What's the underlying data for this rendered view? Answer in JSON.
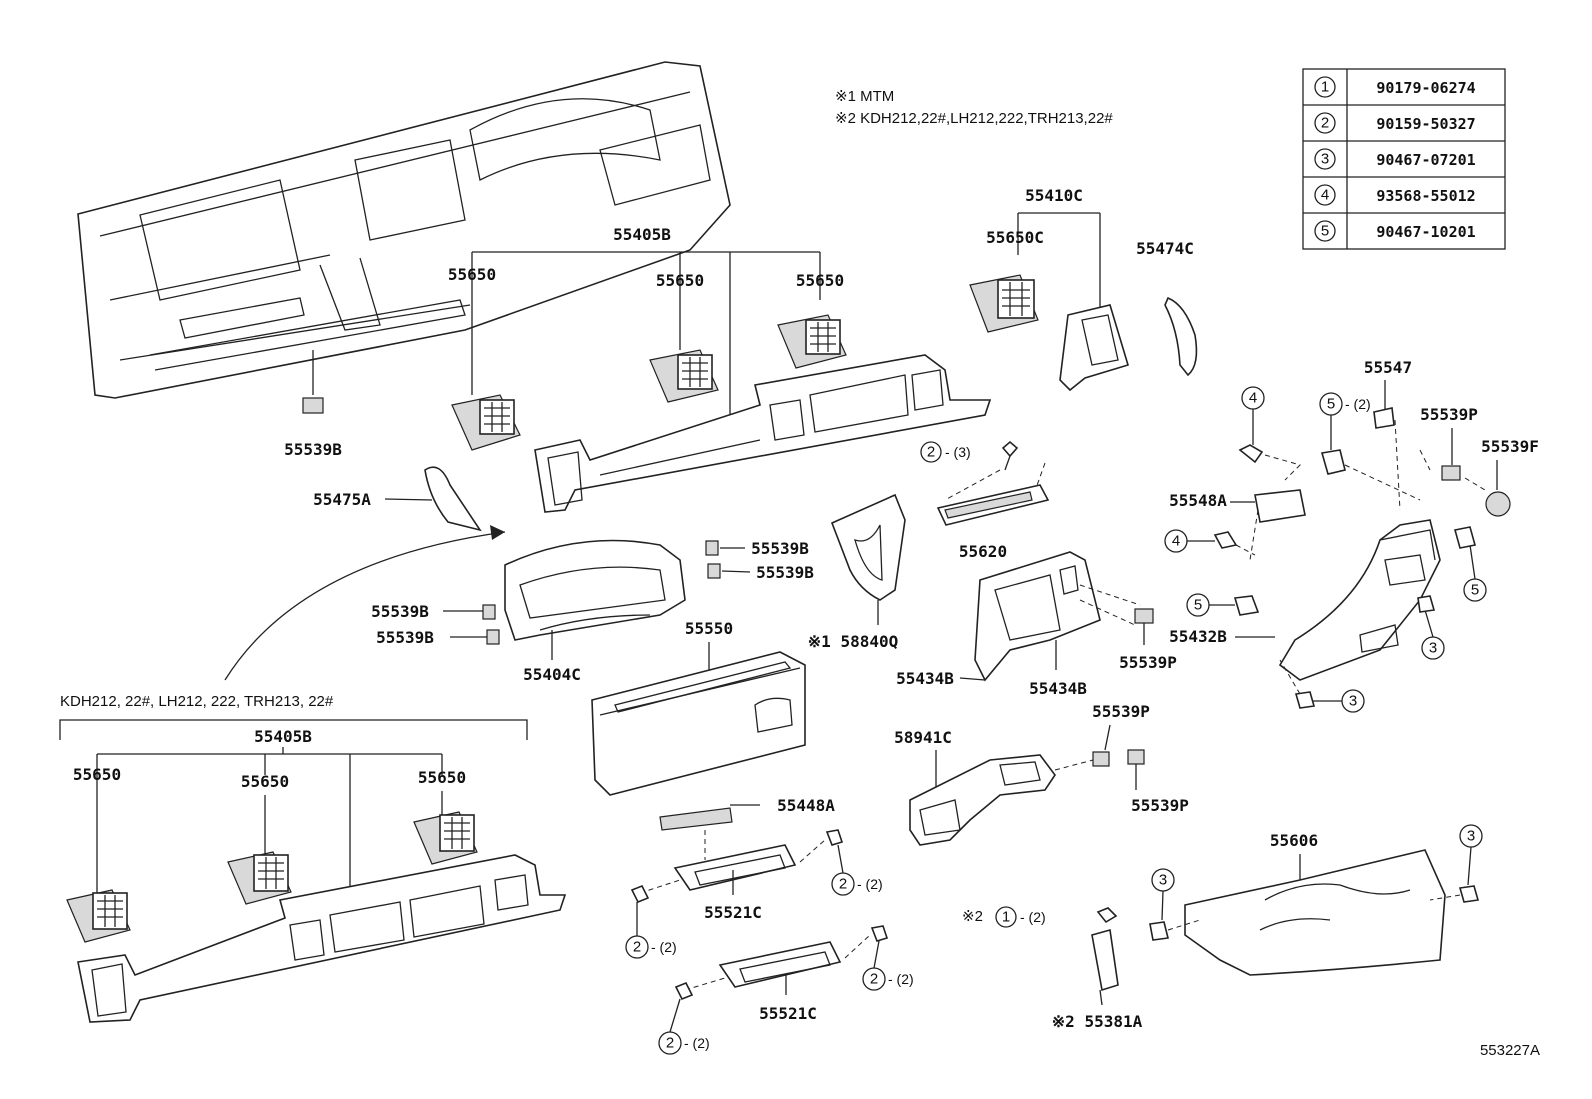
{
  "notes": {
    "n1": "※1 MTM",
    "n2": "※2 KDH212,22#,LH212,222,TRH213,22#",
    "variant": "KDH212, 22#, LH212, 222, TRH213, 22#",
    "drawing_no": "553227A"
  },
  "legend": [
    {
      "num": "1",
      "part": "90179-06274"
    },
    {
      "num": "2",
      "part": "90159-50327"
    },
    {
      "num": "3",
      "part": "90467-07201"
    },
    {
      "num": "4",
      "part": "93568-55012"
    },
    {
      "num": "5",
      "part": "90467-10201"
    }
  ],
  "labels": {
    "p55539B_top": "55539B",
    "p55405B": "55405B",
    "p55650_a": "55650",
    "p55650_b": "55650",
    "p55650_c": "55650",
    "p55410C": "55410C",
    "p55650C": "55650C",
    "p55474C": "55474C",
    "p55475A": "55475A",
    "p55539B_1": "55539B",
    "p55539B_2": "55539B",
    "p55539B_3": "55539B",
    "p55539B_4": "55539B",
    "p55404C": "55404C",
    "p55620": "55620",
    "p58840Q": "※1 58840Q",
    "p55550": "55550",
    "p55434B_a": "55434B",
    "p55434B_b": "55434B",
    "p55539P_a": "55539P",
    "p55547": "55547",
    "p55539P_b": "55539P",
    "p55539F": "55539F",
    "p55548A": "55548A",
    "p55432B": "55432B",
    "p55405B_lower": "55405B",
    "p55650_d": "55650",
    "p55650_e": "55650",
    "p55650_f": "55650",
    "p58941C": "58941C",
    "p55539P_c": "55539P",
    "p55539P_d": "55539P",
    "p55448A": "55448A",
    "p55521C_a": "55521C",
    "p55521C_b": "55521C",
    "p55606": "55606",
    "p55381A": "※2 55381A",
    "q2_3": "- (3)",
    "q5_2": "- (2)",
    "q2_2a": "- (2)",
    "q2_2b": "- (2)",
    "q2_2c": "- (2)",
    "q2_2d": "- (2)",
    "q1_2": "- (2)",
    "mark2": "※2"
  },
  "circles": {
    "c2a": "2",
    "c4a": "4",
    "c5a": "5",
    "c4b": "4",
    "c5b": "5",
    "c5c": "5",
    "c3a": "3",
    "c3b": "3",
    "c2b": "2",
    "c2c": "2",
    "c2d": "2",
    "c2e": "2",
    "c1a": "1",
    "c3c": "3",
    "c3d": "3"
  }
}
